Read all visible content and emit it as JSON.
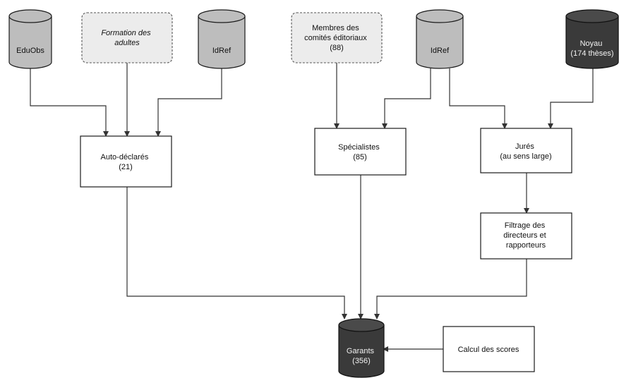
{
  "colors": {
    "cylinder_gray": "#bdbdbd",
    "cylinder_dark": "#3a3a3a",
    "note_fill": "#ececec",
    "box_fill": "#ffffff",
    "stroke": "#1a1a1a",
    "arrow": "#333333"
  },
  "sources": {
    "eduobs": [
      "EduObs"
    ],
    "formation": [
      "Formation des",
      "adultes"
    ],
    "idref_left": [
      "IdRef"
    ],
    "membres": [
      "Membres des",
      "comités éditoriaux",
      "(88)"
    ],
    "idref_right": [
      "IdRef"
    ],
    "noyau": [
      "Noyau",
      "(174 thèses)"
    ]
  },
  "nodes": {
    "auto_declares": [
      "Auto-déclarés",
      "(21)"
    ],
    "specialistes": [
      "Spécialistes",
      "(85)"
    ],
    "jures": [
      "Jurés",
      "(au sens large)"
    ],
    "filtrage": [
      "Filtrage des",
      "directeurs et",
      "rapporteurs"
    ],
    "garants": [
      "Garants",
      "(356)"
    ],
    "calcul": [
      "Calcul des scores"
    ]
  }
}
